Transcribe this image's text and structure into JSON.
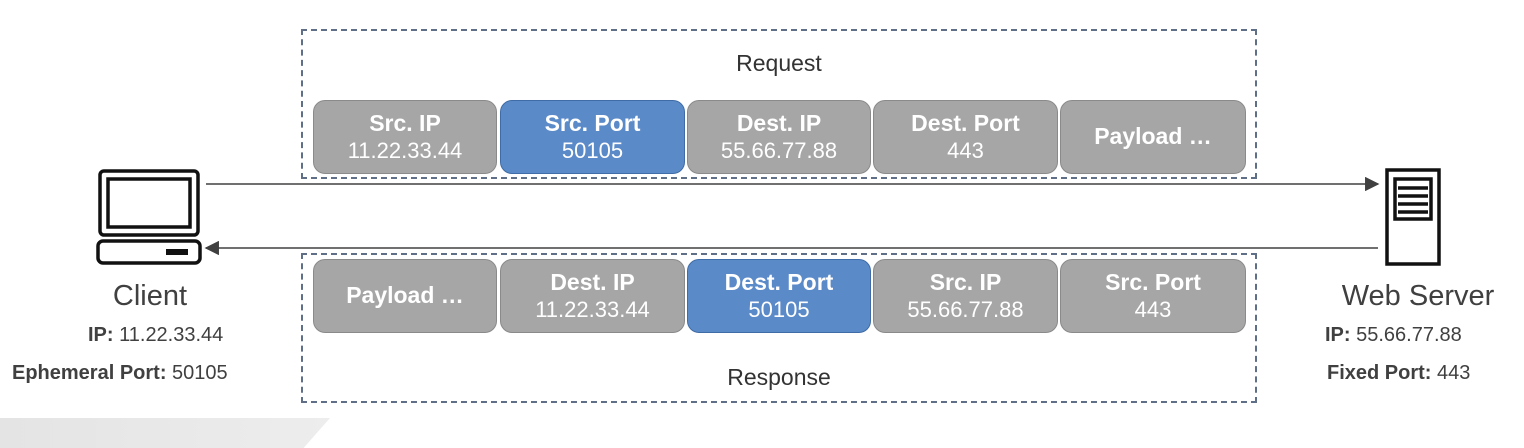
{
  "request": {
    "title": "Request",
    "fields": [
      {
        "label": "Src. IP",
        "value": "11.22.33.44",
        "highlight": false
      },
      {
        "label": "Src. Port",
        "value": "50105",
        "highlight": true
      },
      {
        "label": "Dest. IP",
        "value": "55.66.77.88",
        "highlight": false
      },
      {
        "label": "Dest. Port",
        "value": "443",
        "highlight": false
      },
      {
        "label": "Payload …",
        "value": "",
        "highlight": false
      }
    ]
  },
  "response": {
    "title": "Response",
    "fields": [
      {
        "label": "Payload …",
        "value": "",
        "highlight": false
      },
      {
        "label": "Dest. IP",
        "value": "11.22.33.44",
        "highlight": false
      },
      {
        "label": "Dest. Port",
        "value": "50105",
        "highlight": true
      },
      {
        "label": "Src. IP",
        "value": "55.66.77.88",
        "highlight": false
      },
      {
        "label": "Src. Port",
        "value": "443",
        "highlight": false
      }
    ]
  },
  "client": {
    "name": "Client",
    "ip_label": "IP:",
    "ip_value": " 11.22.33.44",
    "port_label": "Ephemeral Port:",
    "port_value": " 50105",
    "icon": "laptop-icon"
  },
  "server": {
    "name": "Web Server",
    "ip_label": "IP:",
    "ip_value": " 55.66.77.88",
    "port_label": "Fixed Port:",
    "port_value": " 443",
    "icon": "server-icon"
  },
  "colors": {
    "field_grey": "#a6a6a6",
    "field_highlight": "#5b8ac9",
    "dashed_border": "#5f6f88",
    "arrow": "#404040"
  }
}
